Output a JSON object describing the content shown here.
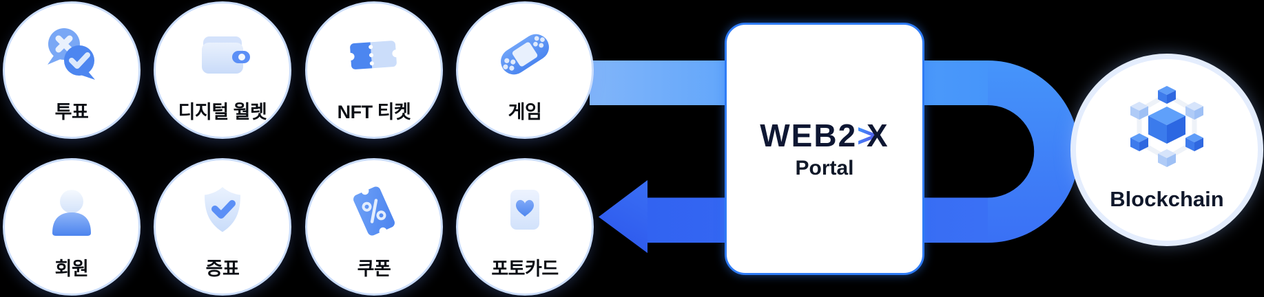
{
  "services": [
    {
      "label": "투표",
      "icon": "vote-bubbles-icon"
    },
    {
      "label": "디지털 월렛",
      "icon": "digital-wallet-icon"
    },
    {
      "label": "NFT 티켓",
      "icon": "nft-ticket-icon"
    },
    {
      "label": "게임",
      "icon": "game-console-icon"
    },
    {
      "label": "회원",
      "icon": "member-person-icon"
    },
    {
      "label": "증표",
      "icon": "shield-check-icon"
    },
    {
      "label": "쿠폰",
      "icon": "coupon-percent-icon"
    },
    {
      "label": "포토카드",
      "icon": "photocard-heart-icon"
    }
  ],
  "portal": {
    "brand_prefix": "WEB2",
    "brand_accent": ">",
    "brand_x": "X",
    "subtitle": "Portal"
  },
  "blockchain": {
    "label": "Blockchain"
  },
  "colors": {
    "flow_light": "#81B5F9",
    "flow_mid": "#4695FA",
    "flow_deep": "#2C56EC",
    "portal_border": "#2F7CF6",
    "circle_border": "#CBDDFB",
    "label_text": "#0B0E14",
    "brand_text": "#0E1733",
    "icon_blue": "#4C86F0",
    "icon_pale": "#CBDDFA"
  }
}
